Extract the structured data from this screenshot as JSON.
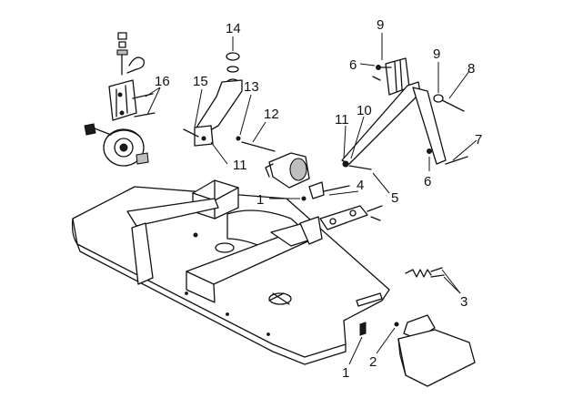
{
  "callouts": [
    {
      "id": "c1a",
      "label": "1"
    },
    {
      "id": "c1b",
      "label": "1"
    },
    {
      "id": "c2",
      "label": "2"
    },
    {
      "id": "c3",
      "label": "3"
    },
    {
      "id": "c4",
      "label": "4"
    },
    {
      "id": "c5",
      "label": "5"
    },
    {
      "id": "c6a",
      "label": "6"
    },
    {
      "id": "c6b",
      "label": "6"
    },
    {
      "id": "c7",
      "label": "7"
    },
    {
      "id": "c8",
      "label": "8"
    },
    {
      "id": "c9a",
      "label": "9"
    },
    {
      "id": "c9b",
      "label": "9"
    },
    {
      "id": "c10",
      "label": "10"
    },
    {
      "id": "c11a",
      "label": "11"
    },
    {
      "id": "c11b",
      "label": "11"
    },
    {
      "id": "c12",
      "label": "12"
    },
    {
      "id": "c13",
      "label": "13"
    },
    {
      "id": "c14",
      "label": "14"
    },
    {
      "id": "c15",
      "label": "15"
    },
    {
      "id": "c16",
      "label": "16"
    }
  ]
}
